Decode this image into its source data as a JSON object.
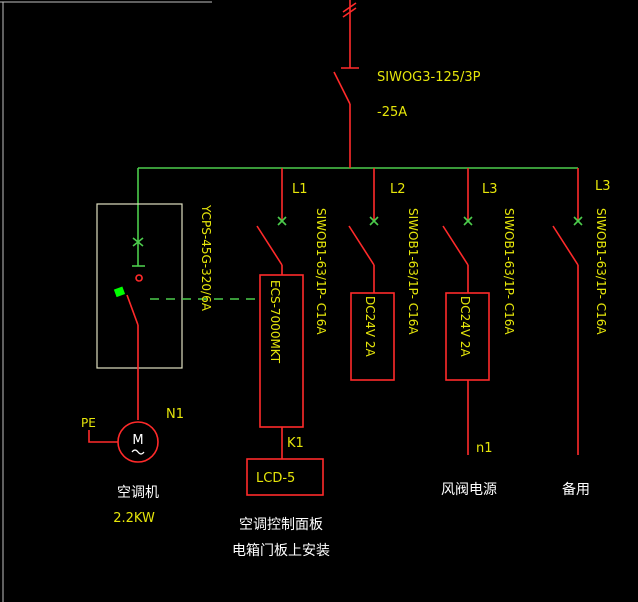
{
  "colors": {
    "background": "#000000",
    "wire_red": "#ff2a2a",
    "wire_green": "#4ccc4c",
    "label_yellow": "#e6e60a",
    "label_white": "#ffffff",
    "frame_gray": "#bfbfbf",
    "breaker_green": "#00ff00"
  },
  "main_breaker": {
    "model": "SIWOG3-125/3P",
    "rating": "-25A"
  },
  "motor_branch": {
    "breaker_model": "YCPS-45G-320/6A",
    "motor_symbol": "M",
    "motor_tag": "N1",
    "pe_label": "PE",
    "load_name": "空调机",
    "load_power": "2.2KW"
  },
  "branches": [
    {
      "phase": "L1",
      "breaker": "SIWOB1-63/1P- C16A",
      "device": "ECS-7000MKT",
      "tag": "K1",
      "panel": "LCD-5",
      "note_line1": "空调控制面板",
      "note_line2": "电箱门板上安装"
    },
    {
      "phase": "L2",
      "breaker": "SIWOB1-63/1P- C16A",
      "device": "DC24V 2A"
    },
    {
      "phase": "L3",
      "breaker": "SIWOB1-63/1P- C16A",
      "device": "DC24V 2A",
      "tag": "n1",
      "load_name": "风阀电源"
    },
    {
      "phase": "L3",
      "breaker": "SIWOB1-63/1P- C16A",
      "load_name": "备用"
    }
  ]
}
